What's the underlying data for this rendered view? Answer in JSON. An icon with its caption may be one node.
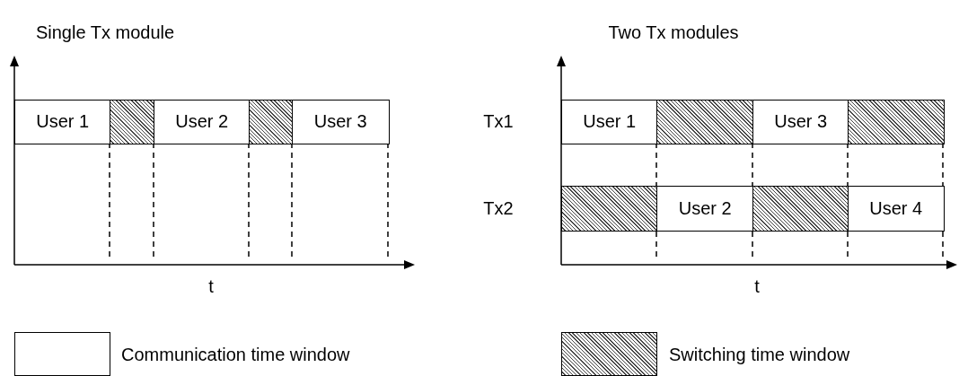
{
  "diagram": {
    "nodes": [
      {
        "text": [
          "User 1"
        ]
      },
      {
        "text": [],
        "shape": "box"
      },
      {
        "text": [
          "User 2"
        ]
      },
      {
        "text": [],
        "shape": "box"
      },
      {
        "text": [
          "User 3"
        ]
      },
      {
        "text": [
          "User 1"
        ]
      },
      {
        "text": [],
        "shape": "box"
      },
      {
        "text": [
          "User 3"
        ]
      },
      {
        "text": [],
        "shape": "box"
      },
      {
        "text": [],
        "shape": "box"
      },
      {
        "text": [
          "User 2"
        ]
      },
      {
        "text": [],
        "shape": "box"
      },
      {
        "text": [
          "User 4"
        ]
      }
    ],
    "labels": [
      "Single Tx module",
      "Two Tx modules",
      "Tx1",
      "Tx2",
      "t",
      "t"
    ],
    "legend": [
      {
        "text": "Communication time window"
      },
      {
        "text": "Switching time window"
      }
    ]
  }
}
